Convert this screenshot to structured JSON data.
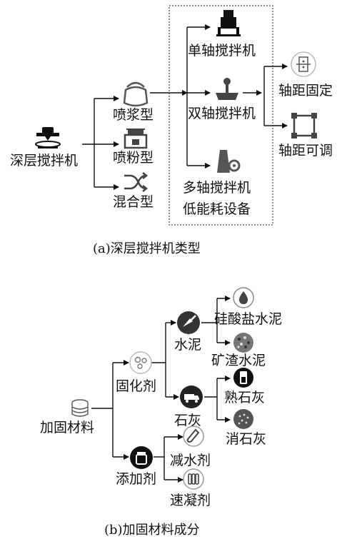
{
  "diagram_a": {
    "root": "深层搅拌机",
    "types": [
      "喷浆型",
      "喷粉型",
      "混合型"
    ],
    "machines": [
      "单轴搅拌机",
      "双轴搅拌机",
      "多轴搅拌机"
    ],
    "machines_note": "低能耗设备",
    "spacing": [
      "轴距固定",
      "轴距可调"
    ],
    "caption": "(a)深层搅拌机类型"
  },
  "diagram_b": {
    "root": "加固材料",
    "categories": [
      "固化剂",
      "添加剂"
    ],
    "curing_agents": [
      "水泥",
      "石灰"
    ],
    "cements": [
      "硅酸盐水泥",
      "矿渣水泥"
    ],
    "limes": [
      "熟石灰",
      "消石灰"
    ],
    "additives": [
      "减水剂",
      "速凝剂"
    ],
    "caption": "(b)加固材料成分"
  },
  "icons": {
    "root_a": "3d-printer-icon",
    "spray_slurry": "kettlebell-icon",
    "spray_powder": "grinder-icon",
    "mixed": "shuffle-icon",
    "single_axis": "single-axis-mixer-icon",
    "double_axis": "joystick-icon",
    "multi_axis": "factory-gear-icon",
    "fixed_spacing": "fixed-distance-icon",
    "adjustable_spacing": "adjustable-frame-icon",
    "root_b": "database-icon",
    "curing": "molecule-icon",
    "additive": "jar-icon",
    "cement": "trowel-icon",
    "lime": "truck-icon",
    "portland": "water-drop-icon",
    "slag": "granules-icon",
    "slaked_lime": "battery-icon",
    "hydrated_lime": "powder-dots-icon",
    "water_reducer": "test-tube-icon",
    "accelerator": "vials-icon"
  }
}
